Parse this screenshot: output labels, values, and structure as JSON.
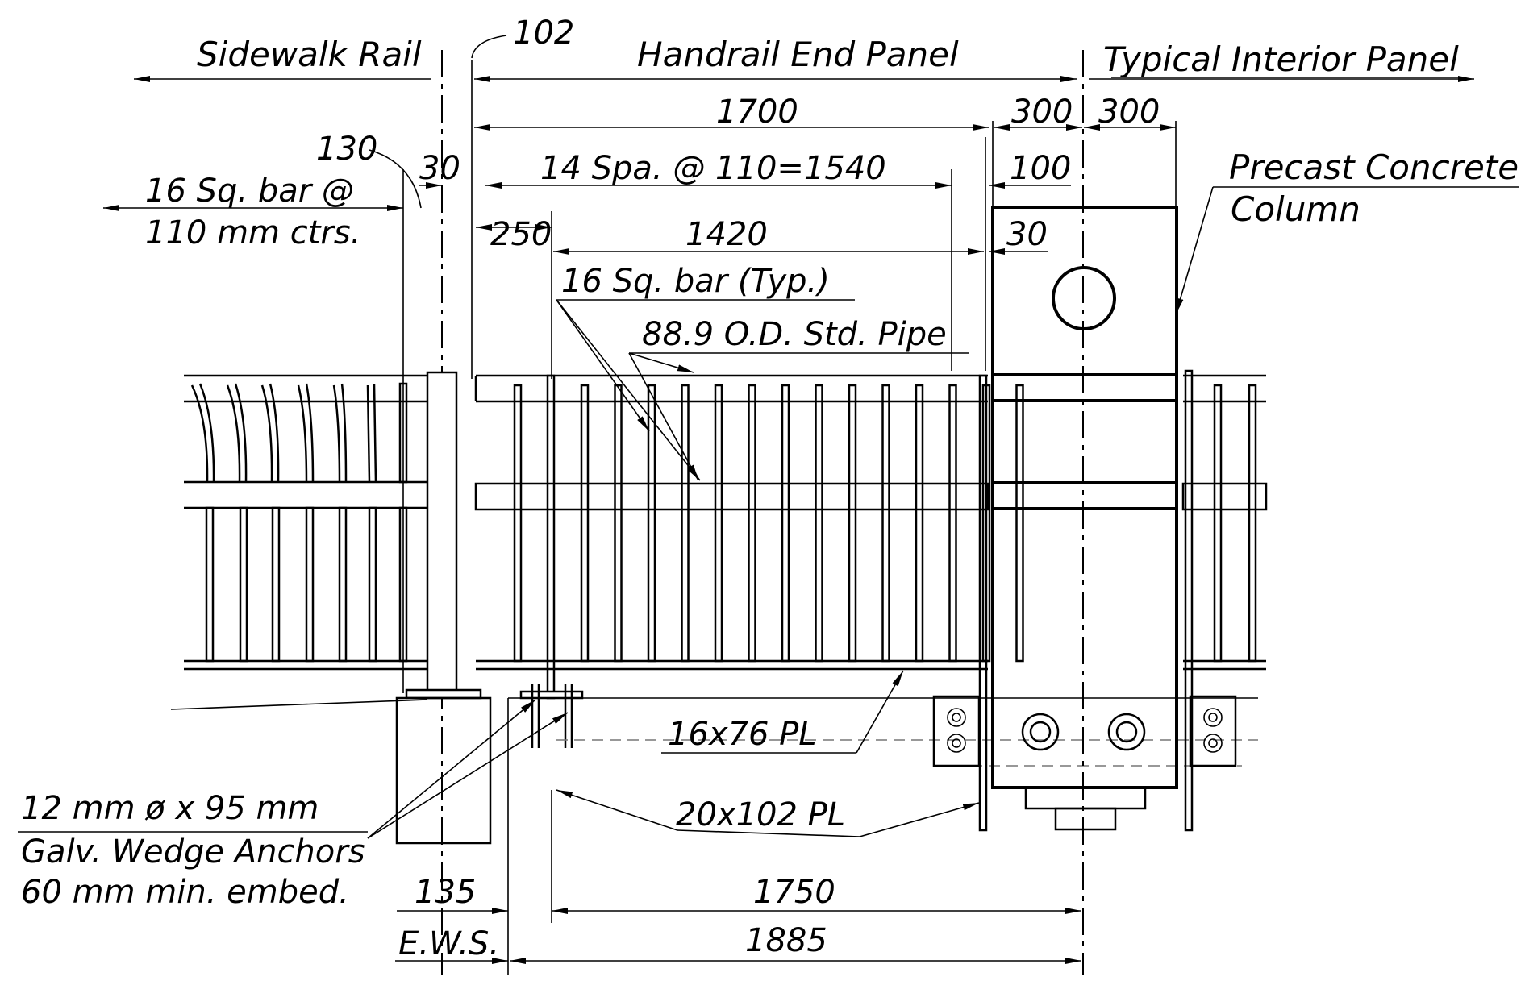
{
  "labels": {
    "sidewalk_rail": "Sidewalk Rail",
    "handrail_end_panel": "Handrail End Panel",
    "typical_interior_panel": "Typical Interior Panel",
    "precast_line1": "Precast Concrete",
    "precast_line2": "Column",
    "bar_16_line1": "16 Sq. bar @",
    "bar_16_line2": "110 mm ctrs.",
    "sq_bar_typ": "16 Sq. bar (Typ.)",
    "pipe": "88.9 O.D. Std. Pipe",
    "plate_16x76": "16x76 PL",
    "plate_20x102": "20x102 PL",
    "anchor_line1": "12 mm ø x 95 mm",
    "anchor_line2": "Galv. Wedge Anchors",
    "anchor_line3": "60 mm min. embed.",
    "ews": "E.W.S."
  },
  "callouts": {
    "c102": "102",
    "c130": "130"
  },
  "dimensions": {
    "d1700": "1700",
    "d300a": "300",
    "d300b": "300",
    "d30a": "30",
    "d14spa": "14 Spa. @ 110=1540",
    "d100": "100",
    "d250": "250",
    "d1420": "1420",
    "d30b": "30",
    "d135": "135",
    "d1750": "1750",
    "d1885": "1885"
  }
}
